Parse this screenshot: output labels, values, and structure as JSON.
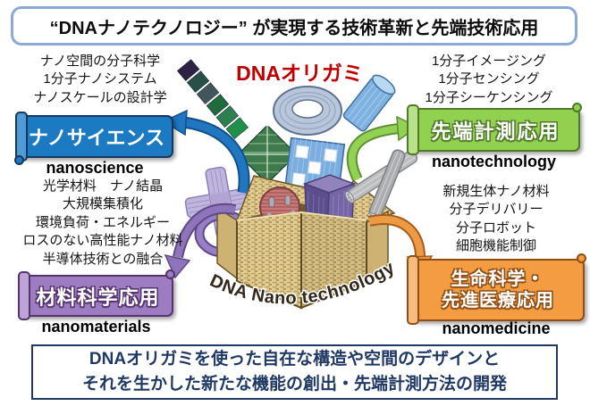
{
  "title": "“DNAナノテクノロジー” が実現する技術革新と先端技術応用",
  "center": {
    "origami_label": "DNAオリガミ",
    "box_label": "DNA Nano technology"
  },
  "quadrants": {
    "nanoscience": {
      "lines": [
        "ナノ空間の分子科学",
        "1分子ナノシステム",
        "ナノスケールの設計学"
      ],
      "banner": "ナノサイエンス",
      "subtitle": "nanoscience"
    },
    "nanotechnology": {
      "lines": [
        "1分子イメージング",
        "1分子センシング",
        "1分子シーケンシング"
      ],
      "banner": "先端計測応用",
      "subtitle": "nanotechnology"
    },
    "nanomaterials": {
      "lines": [
        "光学材料　ナノ結晶",
        "大規模集積化",
        "環境負荷・エネルギー",
        "ロスのない高性能ナノ材料",
        "半導体技術との融合"
      ],
      "banner": "材料科学応用",
      "subtitle": "nanomaterials"
    },
    "nanomedicine": {
      "lines": [
        "新規生体ナノ材料",
        "分子デリバリー",
        "分子ロボット",
        "細胞機能制御"
      ],
      "banner_lines": [
        "生命科学・",
        "先進医療応用"
      ],
      "subtitle": "nanomedicine"
    }
  },
  "footer": {
    "lines": [
      "DNAオリガミを使った自在な構造や空間のデザインと",
      "それを生かした新たな機能の創出・先端計測方法の開発"
    ]
  },
  "illustration_icons": [
    "striped-ribbon",
    "torus-ring",
    "nanotube-cylinder",
    "woven-diamond",
    "origami-tile",
    "origami-cross",
    "origami-ring",
    "smiley-disc",
    "origami-cube",
    "rod-bundle",
    "open-box",
    "arrow-blue",
    "arrow-green",
    "arrow-purple",
    "arrow-orange"
  ],
  "colors": {
    "title_border": "#8AA9D6",
    "accent_red": "#C00000",
    "banner_blue": "#1B7AC2",
    "banner_green": "#92D050",
    "banner_purple": "#9E7CC1",
    "banner_orange": "#F49C42",
    "footer_navy": "#1F3864",
    "box_tan": "#DFC996"
  }
}
